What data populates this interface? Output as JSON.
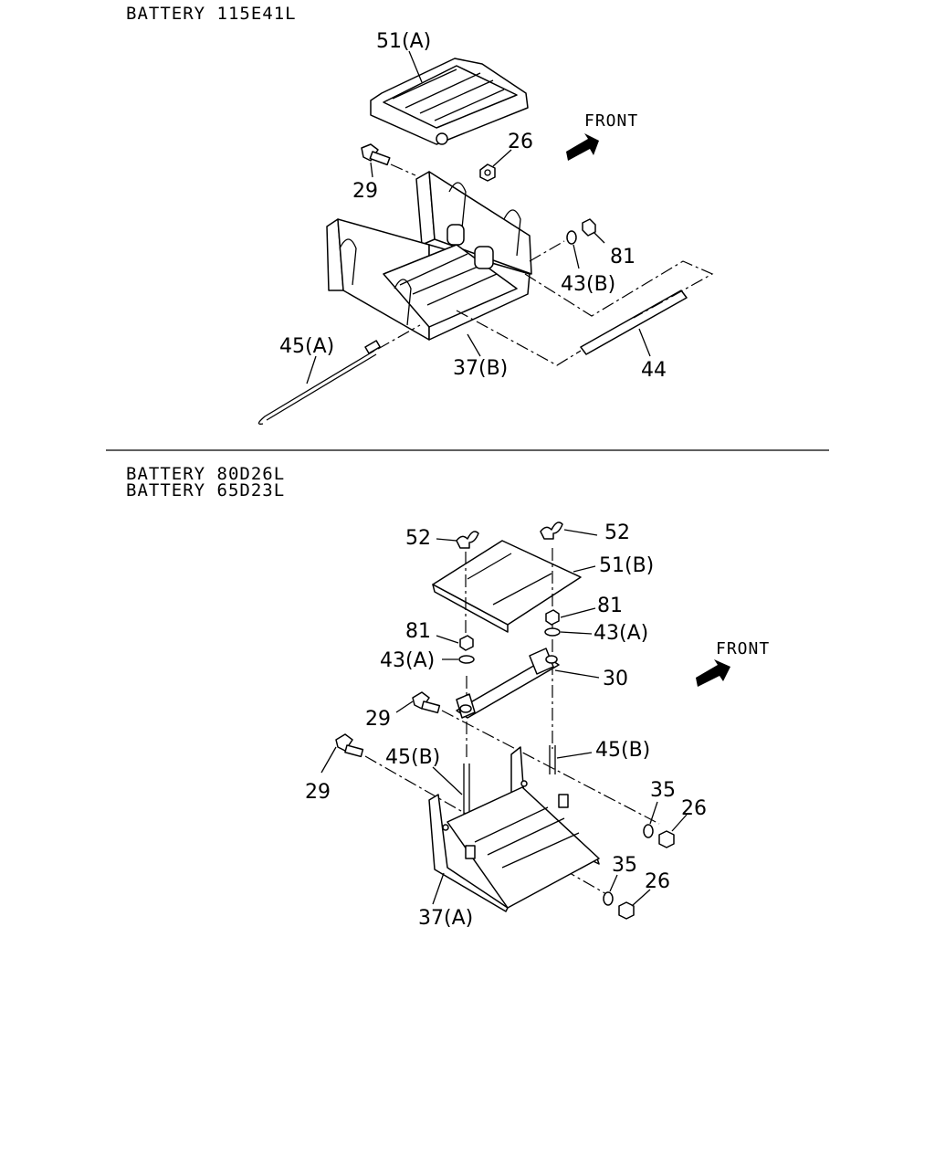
{
  "sections": [
    {
      "headings": [
        "BATTERY 115E41L"
      ],
      "front_label": "FRONT",
      "callouts": [
        "51(A)",
        "26",
        "29",
        "81",
        "43(B)",
        "45(A)",
        "37(B)",
        "44"
      ]
    },
    {
      "headings": [
        "BATTERY 80D26L",
        "BATTERY 65D23L"
      ],
      "front_label": "FRONT",
      "callouts": [
        "52",
        "52",
        "51(B)",
        "81",
        "43(A)",
        "81",
        "43(A)",
        "30",
        "29",
        "45(B)",
        "45(B)",
        "29",
        "35",
        "26",
        "35",
        "26",
        "37(A)"
      ]
    }
  ]
}
